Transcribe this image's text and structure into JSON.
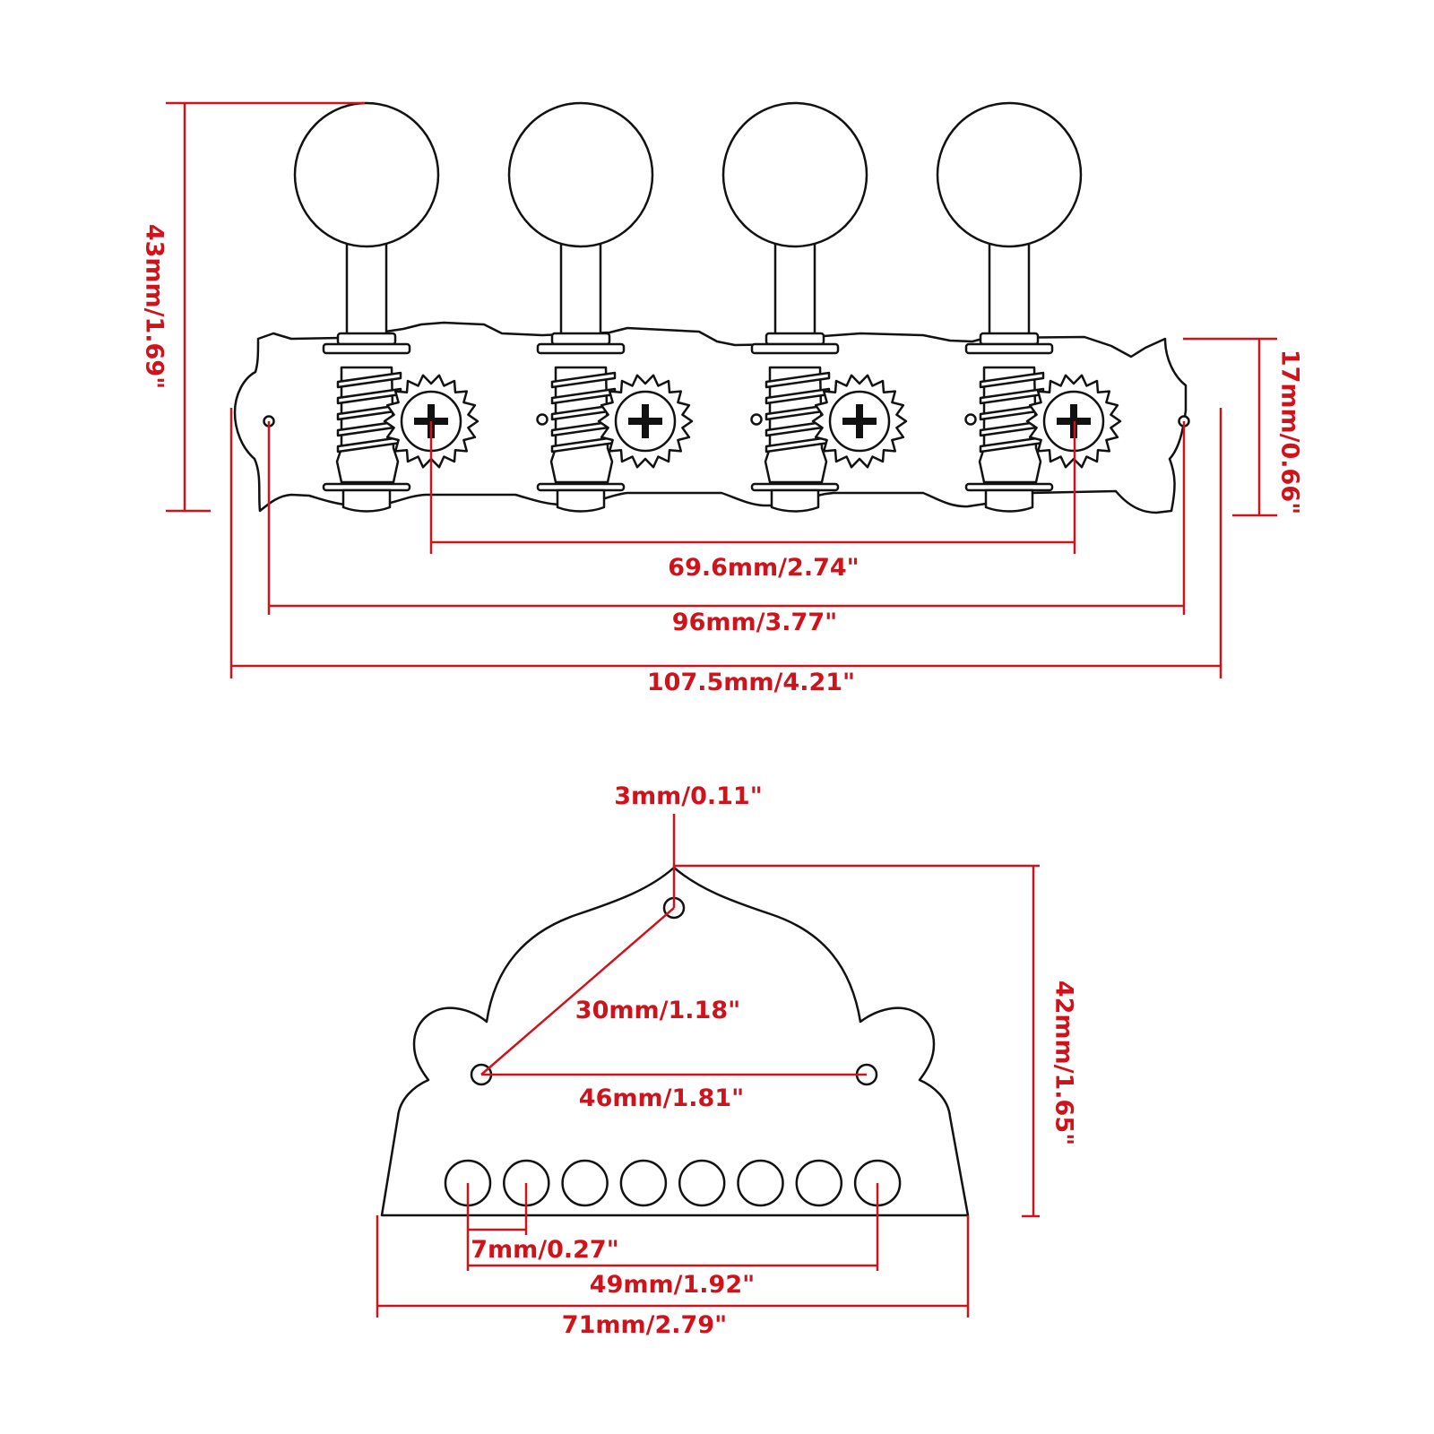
{
  "colors": {
    "dimension": "#d0121b",
    "outline": "#111111",
    "background": "#ffffff"
  },
  "tuner": {
    "height_label": "43mm/1.69\"",
    "plate_height_label": "17mm/0.66\"",
    "gear_spacing_label": "69.6mm/2.74\"",
    "hole_spacing_label": "96mm/3.77\"",
    "total_length_label": "107.5mm/4.21\"",
    "knob_count": 4
  },
  "tailpiece": {
    "hole_diameter_label": "3mm/0.11\"",
    "diagonal_label": "30mm/1.18\"",
    "mount_spacing_label": "46mm/1.81\"",
    "height_label": "42mm/1.65\"",
    "string_spacing_label": "7mm/0.27\"",
    "string_span_label": "49mm/1.92\"",
    "width_label": "71mm/2.79\"",
    "string_hole_count": 8
  }
}
